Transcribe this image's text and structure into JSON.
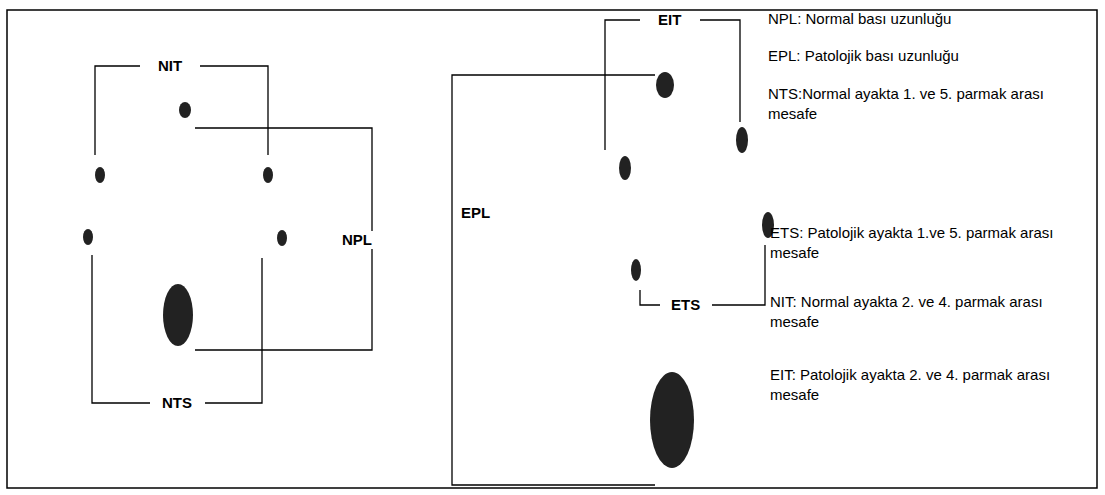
{
  "diagram": {
    "labels": [
      "NIT",
      "NPL",
      "NTS",
      "EIT",
      "EPL",
      "ETS",
      "NPL: Normal bası uzunluğu",
      "EPL: Patolojik bası uzunluğu",
      "NTS:Normal ayakta 1. ve 5. parmak arası mesafe",
      "ETS: Patolojik ayakta 1.ve 5. parmak arası mesafe",
      "NIT: Normal ayakta 2. ve 4. parmak arası mesafe",
      "EIT: Patolojik ayakta 2. ve 4. parmak arası mesafe"
    ]
  }
}
